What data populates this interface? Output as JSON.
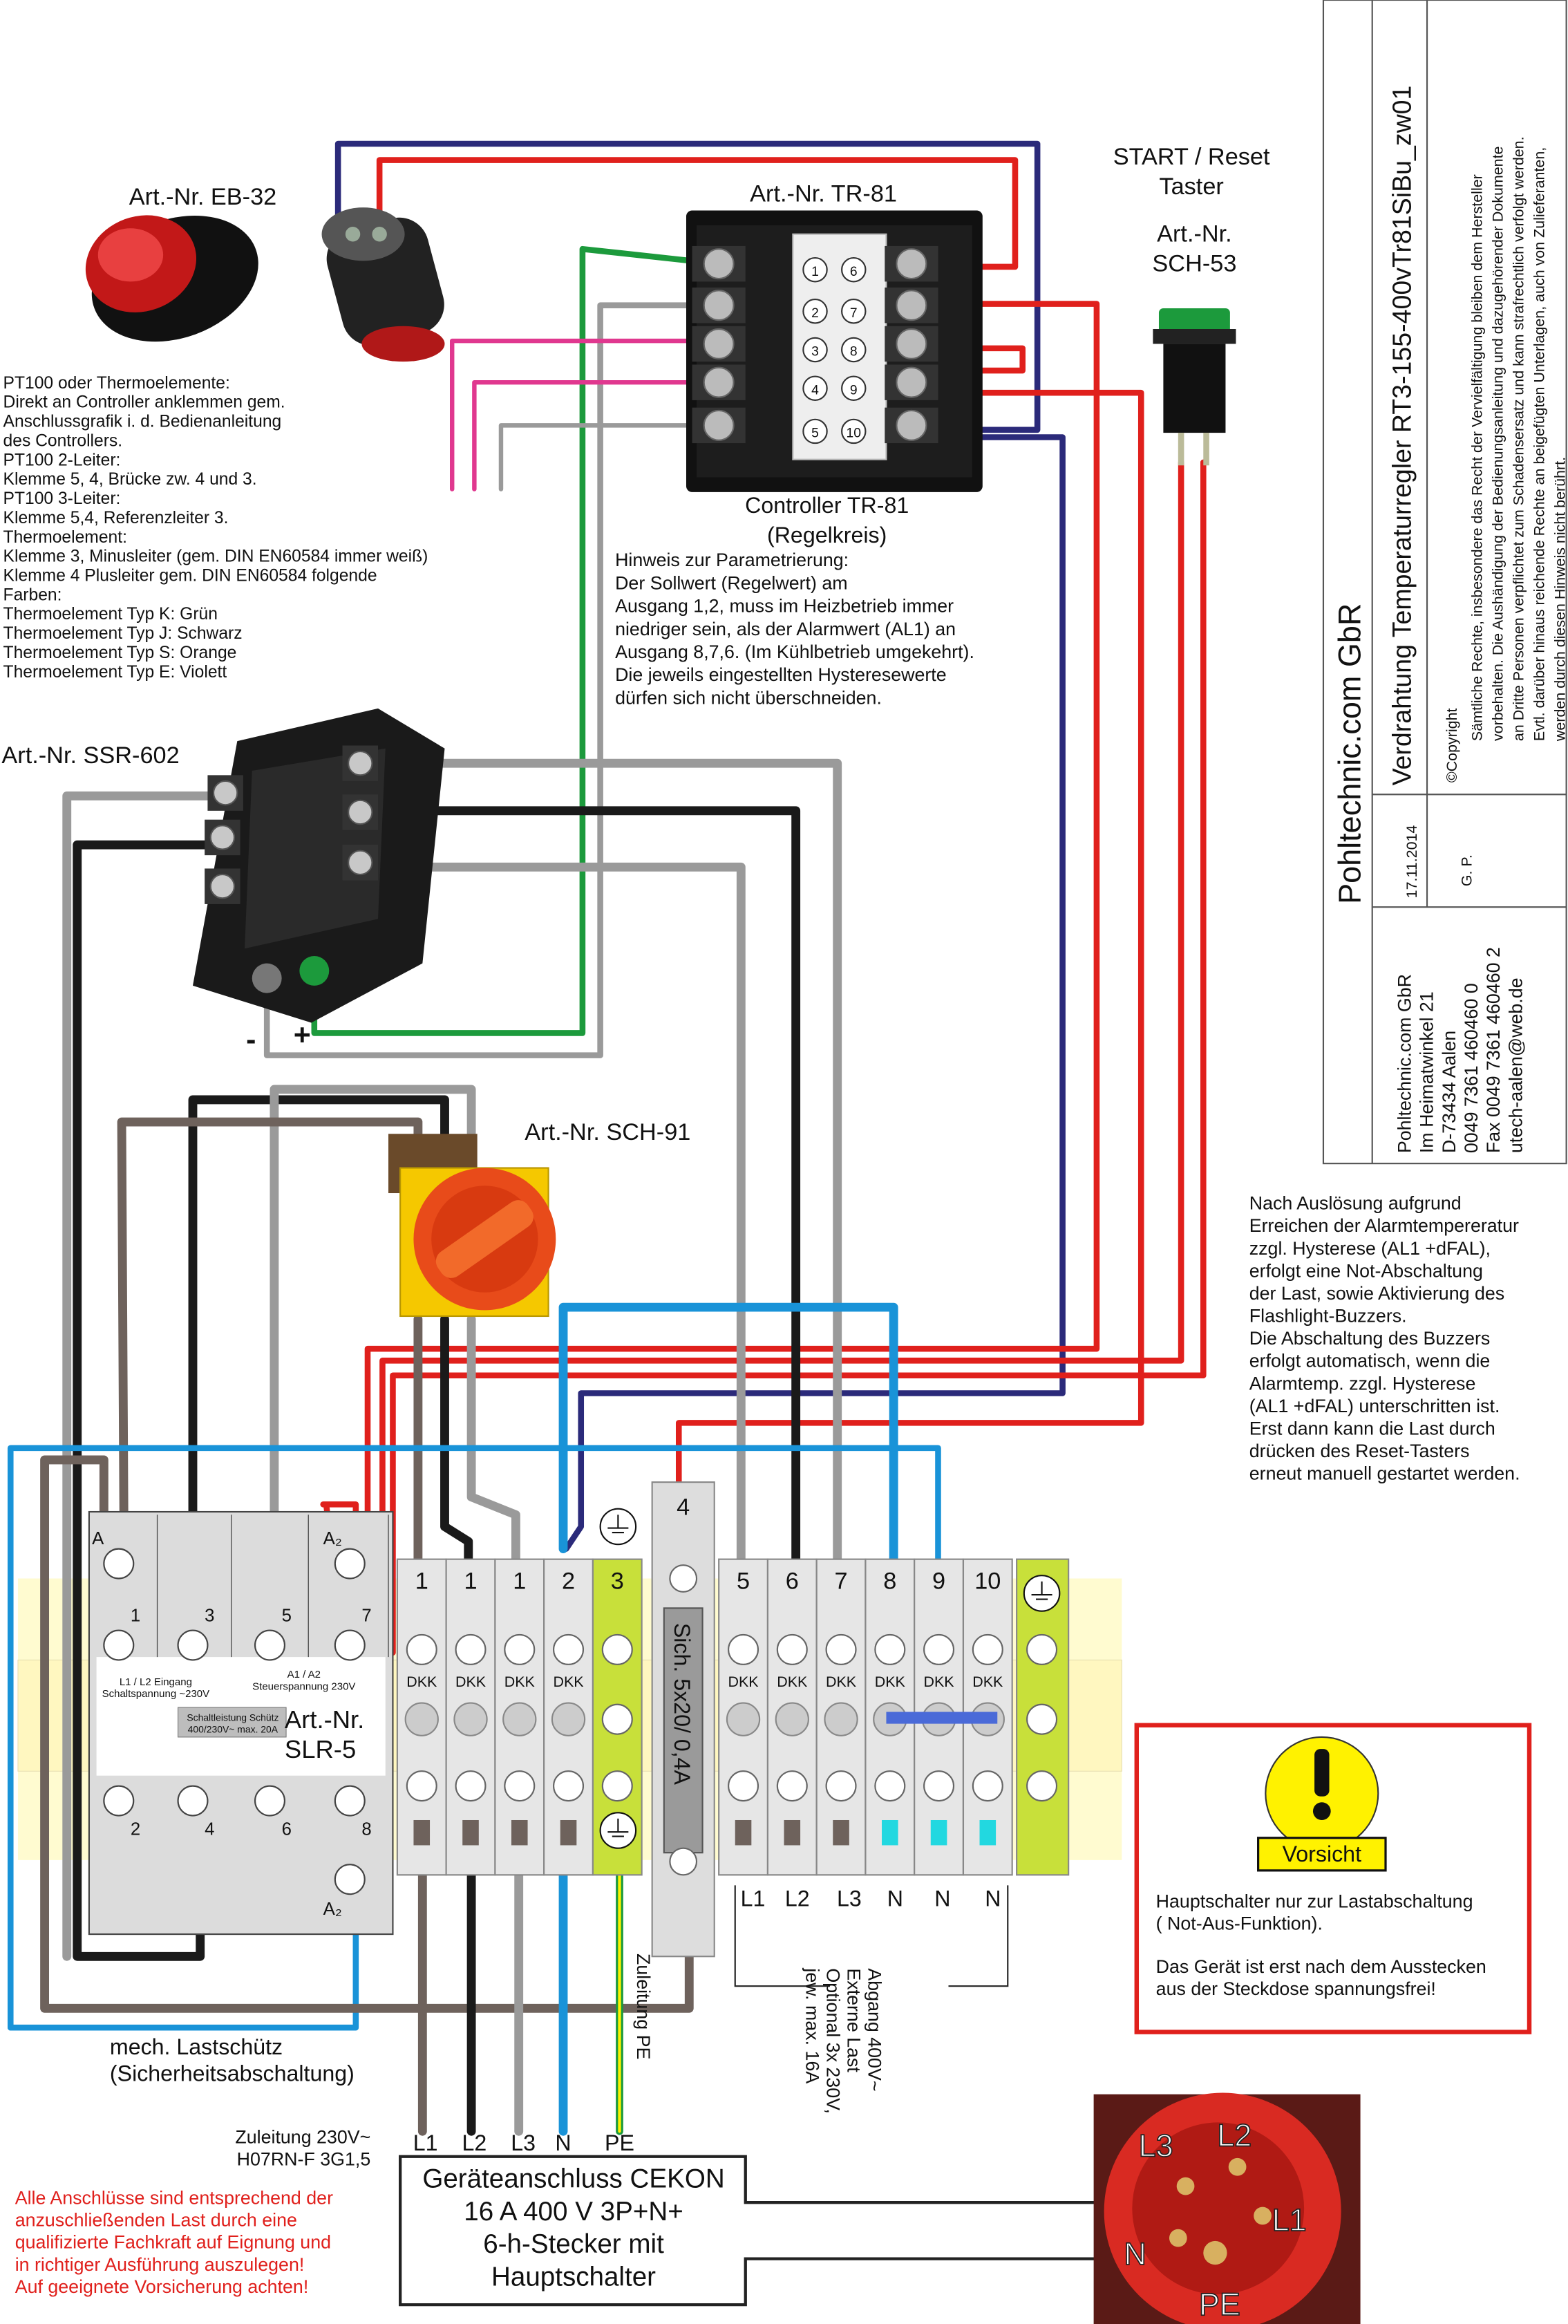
{
  "title_block": {
    "company": "Pohltechnic.com GbR",
    "title": "Verdrahtung Temperaturregler RT3-155-400vTr81SiBu_zw01",
    "copyright_label": "©Copyright",
    "copyright_lines": [
      "Sämtliche Rechte, insbesondere das Recht  der Vervielfältigung bleiben dem Hersteller",
      "vorbehalten. Die Aushändigung der Bedienungsanleitung und dazugehörender Dokumente",
      "an Dritte Personen verpflichtet zum Schadensersatz und kann strafrechtlich verfolgt werden.",
      "Evtl. darüber hinaus reichende Rechte an beigefügten Unterlagen, auch von Zulieferanten,",
      "werden durch diesen Hinweis nicht berührt."
    ],
    "date": "17.11.2014",
    "author": "G. P.",
    "address_lines": [
      "Pohltechnic.com GbR",
      "Im Heimatwinkel 21",
      "D-73434 Aalen",
      "0049 7361 460460 0",
      "Fax 0049 7361 460460 2",
      "utech-aalen@web.de"
    ]
  },
  "components": {
    "buzzer": {
      "label": "Art.-Nr. EB-32"
    },
    "controller": {
      "label": "Art.-Nr. TR-81",
      "caption_lines": [
        "Controller TR-81",
        "(Regelkreis)"
      ],
      "terminals_left": [
        "1",
        "2",
        "3",
        "4",
        "5"
      ],
      "terminals_right": [
        "6",
        "7",
        "8",
        "9",
        "10"
      ]
    },
    "start_button": {
      "title_lines": [
        "START / Reset",
        "Taster"
      ],
      "label_lines": [
        "Art.-Nr.",
        "SCH-53"
      ]
    },
    "ssr": {
      "label": "Art.-Nr. SSR-602",
      "minus": "-",
      "plus": "+"
    },
    "main_switch": {
      "label": "Art.-Nr. SCH-91"
    },
    "contactor": {
      "label_lines": [
        "Art.-Nr.",
        "SLR-5"
      ],
      "top_terminals": [
        "1",
        "3",
        "5",
        "7"
      ],
      "bottom_terminals": [
        "2",
        "4",
        "6",
        "8"
      ],
      "a1": "A",
      "a2_top": "A₂",
      "a2_bottom": "A₂",
      "input_lines": [
        "L1 / L2 Eingang",
        "Schaltspannung ~230V"
      ],
      "control_lines": [
        "A1 / A2",
        "Steuerspannung 230V"
      ],
      "rating_lines": [
        "Schaltleistung Schütz",
        "400/230V~ max. 20A"
      ],
      "caption_lines": [
        "mech. Lastschütz",
        "(Sicherheitsabschaltung)"
      ]
    },
    "terminals": {
      "numbers": [
        "1",
        "1",
        "1",
        "2",
        "3",
        "4",
        "5",
        "6",
        "7",
        "8",
        "9",
        "10"
      ],
      "dkk": "DKK",
      "fuse_label": "Sich. 5x20/ 0,4A",
      "outputs": [
        "L1",
        "L2",
        "L3",
        "N",
        "N",
        "N"
      ]
    }
  },
  "notes": {
    "sensor_lines": [
      "PT100 oder Thermoelemente:",
      "Direkt an Controller anklemmen gem.",
      "Anschlussgrafik i. d. Bedienanleitung",
      "des Controllers.",
      "PT100 2-Leiter:",
      "Klemme 5, 4, Brücke zw. 4 und 3.",
      "PT100 3-Leiter:",
      "Klemme 5,4, Referenzleiter 3.",
      "Thermoelement:",
      "Klemme 3, Minusleiter (gem. DIN EN60584 immer weiß)",
      "Klemme 4 Plusleiter gem. DIN EN60584 folgende",
      "Farben:",
      "Thermoelement Typ K: Grün",
      "Thermoelement Typ J: Schwarz",
      "Thermoelement Typ S: Orange",
      "Thermoelement Typ E: Violett"
    ],
    "param_lines": [
      "Hinweis zur Parametrierung:",
      "Der Sollwert (Regelwert) am",
      "Ausgang 1,2, muss im Heizbetrieb immer",
      "niedriger sein, als der Alarmwert (AL1) an",
      "Ausgang 8,7,6. (Im Kühlbetrieb umgekehrt).",
      "Die jeweils eingestellten Hysteresewerte",
      "dürfen sich nicht überschneiden."
    ],
    "alarm_lines": [
      "Nach Auslösung aufgrund",
      "Erreichen der Alarmtempereratur",
      "zzgl. Hysterese (AL1 +dFAL),",
      "erfolgt eine Not-Abschaltung",
      "der Last, sowie Aktivierung des",
      "Flashlight-Buzzers.",
      "Die Abschaltung des Buzzers",
      "erfolgt automatisch, wenn die",
      "Alarmtemp. zzgl. Hysterese",
      "(AL1 +dFAL) unterschritten ist.",
      "Erst dann kann die Last durch",
      "drücken des Reset-Tasters",
      "erneut manuell gestartet werden."
    ],
    "outlet_lines": [
      "Abgang 400V~",
      "Externe Last",
      "Optional 3x 230V,",
      "jew. max. 16A"
    ],
    "pe_supply": "Zuleitung PE",
    "supply_cable_lines": [
      "Zuleitung 230V~",
      "H07RN-F 3G1,5"
    ],
    "warning_lines": [
      "Alle Anschlüsse sind entsprechend der",
      "anzuschließenden Last durch eine",
      "qualifizierte Fachkraft auf Eignung und",
      "in richtiger Ausführung auszulegen!",
      "Auf geeignete Vorsicherung achten!"
    ]
  },
  "caution": {
    "badge": "Vorsicht",
    "lines_1": [
      "Hauptschalter nur zur Lastabschaltung",
      "( Not-Aus-Funktion)."
    ],
    "lines_2": [
      "Das Gerät ist erst nach dem Ausstecken",
      "aus der Steckdose spannungsfrei!"
    ]
  },
  "supply": {
    "wire_labels": [
      "L1",
      "L2",
      "L3",
      "N",
      "PE"
    ],
    "connector_lines": [
      "Geräteanschluss CEKON",
      "16 A 400 V 3P+N+",
      "6-h-Stecker mit",
      "Hauptschalter"
    ],
    "plug_pins": [
      "L3",
      "L2",
      "L1",
      "N",
      "PE"
    ]
  },
  "colors": {
    "red": "#e0201c",
    "navy": "#2b2a7a",
    "blue": "#1993d8",
    "green": "#1c9a3c",
    "gray": "#9a9a9a",
    "black": "#1a1a1a",
    "brown": "#6e625c",
    "pink": "#e0388f",
    "yellow": "#fff200",
    "warning_red": "#e0201c"
  }
}
